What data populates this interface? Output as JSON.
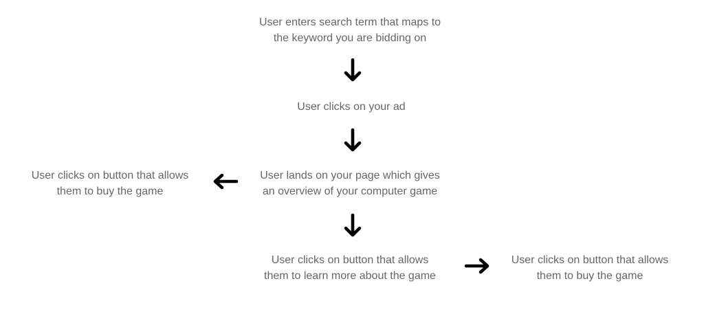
{
  "flow": {
    "step1": "User enters search term that maps to\nthe keyword you are bidding on",
    "step2": "User clicks on your ad",
    "step3": "User lands on your page which gives\nan overview of your computer game",
    "step3_left": "User clicks on button that allows\nthem to buy the game",
    "step4": "User clicks on button that allows\nthem to learn more about the game",
    "step4_right": "User clicks on button that allows\nthem to buy the game"
  },
  "arrows": {
    "color": "#000000"
  },
  "text_color": "#666666"
}
